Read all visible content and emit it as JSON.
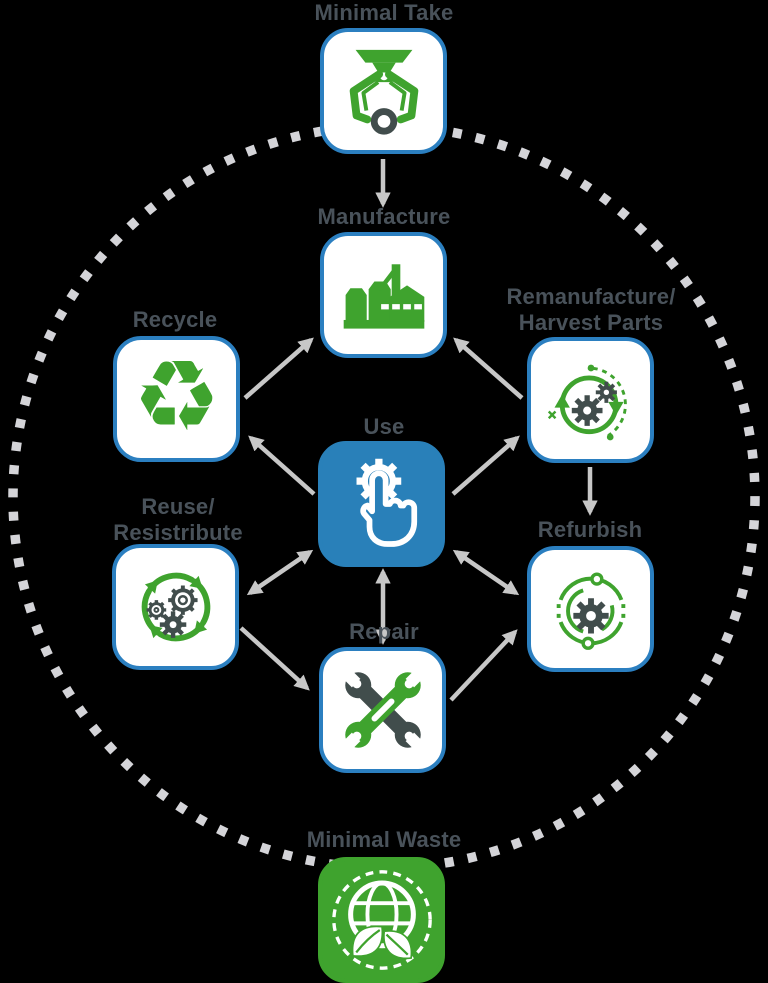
{
  "diagram": {
    "type": "cycle-diagram",
    "background": "#000000",
    "nodes": [
      {
        "id": "minimal-take",
        "label": "Minimal Take",
        "icon": "claw-icon",
        "style": "white-blue-border"
      },
      {
        "id": "manufacture",
        "label": "Manufacture",
        "icon": "factory-icon",
        "style": "white-blue-border"
      },
      {
        "id": "recycle",
        "label": "Recycle",
        "icon": "recycle-icon",
        "style": "white-blue-border"
      },
      {
        "id": "remanufacture",
        "label": "Remanufacture/\nHarvest Parts",
        "icon": "gears-cycle-icon",
        "style": "white-blue-border"
      },
      {
        "id": "use",
        "label": "Use",
        "icon": "touch-gear-icon",
        "style": "blue-filled"
      },
      {
        "id": "reuse",
        "label": "Reuse/\nResistribute",
        "icon": "reuse-gears-icon",
        "style": "white-blue-border"
      },
      {
        "id": "refurbish",
        "label": "Refurbish",
        "icon": "orbit-gear-icon",
        "style": "white-blue-border"
      },
      {
        "id": "repair",
        "label": "Repair",
        "icon": "crossed-wrenches-icon",
        "style": "white-blue-border"
      },
      {
        "id": "minimal-waste",
        "label": "Minimal Waste",
        "icon": "globe-leaf-icon",
        "style": "green-filled"
      }
    ],
    "edges": [
      {
        "from": "minimal-take",
        "to": "manufacture",
        "bidirectional": false
      },
      {
        "from": "recycle",
        "to": "manufacture",
        "bidirectional": false
      },
      {
        "from": "remanufacture",
        "to": "manufacture",
        "bidirectional": false
      },
      {
        "from": "use",
        "to": "recycle",
        "bidirectional": false
      },
      {
        "from": "use",
        "to": "remanufacture",
        "bidirectional": false
      },
      {
        "from": "remanufacture",
        "to": "refurbish",
        "bidirectional": false
      },
      {
        "from": "use",
        "to": "reuse",
        "bidirectional": true
      },
      {
        "from": "use",
        "to": "repair",
        "bidirectional": true
      },
      {
        "from": "use",
        "to": "refurbish",
        "bidirectional": true
      },
      {
        "from": "reuse",
        "to": "repair",
        "bidirectional": false
      },
      {
        "from": "repair",
        "to": "refurbish",
        "bidirectional": false
      }
    ],
    "icons": {
      "recycle_glyph": "♻"
    },
    "colors": {
      "green": "#3fa32e",
      "box_border_blue": "#2b7fc0",
      "use_fill_blue": "#2980b9",
      "icon_dark": "#414d4c",
      "arrow_gray": "#c7c7c7",
      "dot_gray": "#d4d4d8",
      "label_text": "#49525a"
    }
  }
}
